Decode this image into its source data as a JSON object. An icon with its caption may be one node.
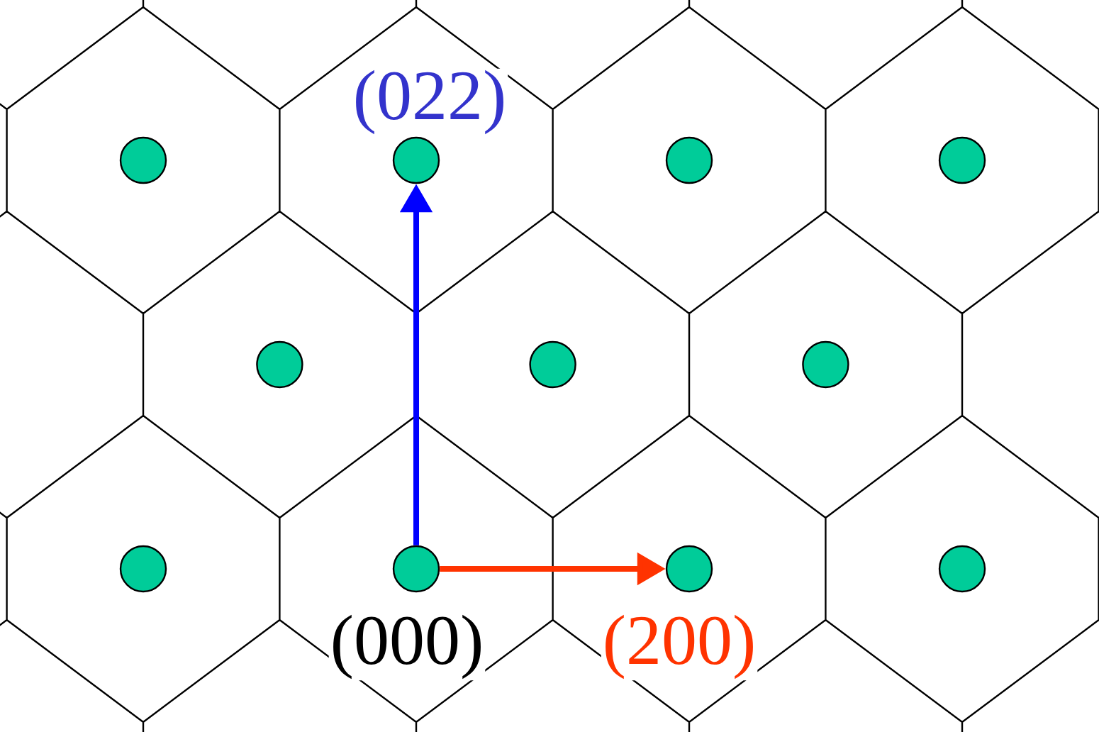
{
  "diagram": {
    "nodes": [
      {
        "text": [],
        "shape": "circle"
      },
      {
        "text": [],
        "shape": "circle",
        "beside": [
          "(022)"
        ]
      },
      {
        "text": [],
        "shape": "circle"
      },
      {
        "text": [],
        "shape": "circle"
      },
      {
        "text": [],
        "shape": "circle"
      },
      {
        "text": [],
        "shape": "circle"
      },
      {
        "text": [],
        "shape": "circle"
      },
      {
        "text": [],
        "shape": "circle"
      },
      {
        "text": [],
        "shape": "circle",
        "beside": [
          "(000)"
        ]
      },
      {
        "text": [],
        "shape": "circle",
        "beside": [
          "(200)"
        ]
      },
      {
        "text": [],
        "shape": "circle"
      }
    ],
    "edges": [
      {
        "from": 8,
        "to": 9,
        "arrow": "to",
        "color": "#ff3300"
      },
      {
        "from": 8,
        "to": 1,
        "arrow": "to",
        "color": "#0000ff"
      }
    ]
  }
}
